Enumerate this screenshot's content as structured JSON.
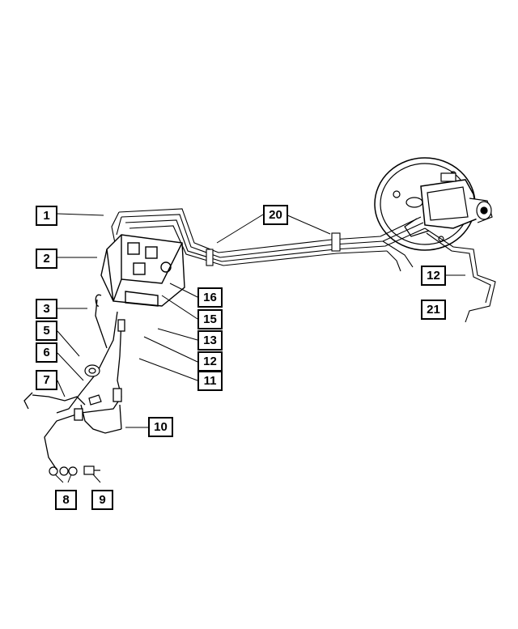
{
  "diagram": {
    "callouts": [
      {
        "id": "c1",
        "label": "1"
      },
      {
        "id": "c2",
        "label": "2"
      },
      {
        "id": "c3",
        "label": "3"
      },
      {
        "id": "c5",
        "label": "5"
      },
      {
        "id": "c6",
        "label": "6"
      },
      {
        "id": "c7",
        "label": "7"
      },
      {
        "id": "c8",
        "label": "8"
      },
      {
        "id": "c9",
        "label": "9"
      },
      {
        "id": "c10",
        "label": "10"
      },
      {
        "id": "c11",
        "label": "11"
      },
      {
        "id": "c12a",
        "label": "12"
      },
      {
        "id": "c13",
        "label": "13"
      },
      {
        "id": "c15",
        "label": "15"
      },
      {
        "id": "c16",
        "label": "16"
      },
      {
        "id": "c20",
        "label": "20"
      },
      {
        "id": "c12b",
        "label": "12"
      },
      {
        "id": "c21",
        "label": "21"
      }
    ]
  }
}
